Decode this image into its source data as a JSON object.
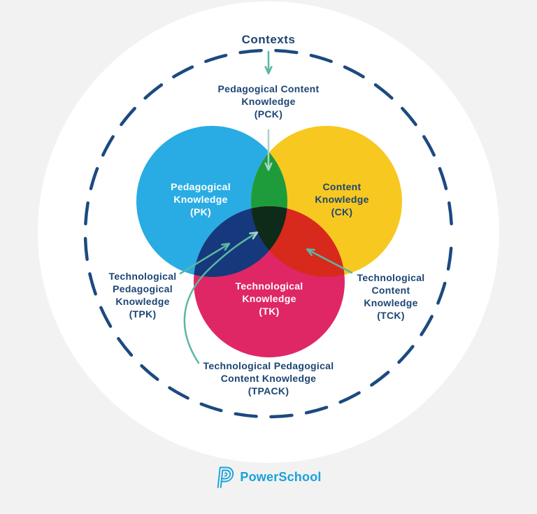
{
  "page": {
    "background": "#F1F2F1"
  },
  "diagram": {
    "title": "Contexts",
    "colors": {
      "pk": "#29ACE3",
      "ck": "#F7C81F",
      "tk": "#DF2766",
      "pck": "#1E9C3B",
      "tpk": "#15397C",
      "tck": "#D8291D",
      "tpack": "#0E2A19",
      "boundary": "#1C4A80",
      "arrow": "#5BB7A2",
      "arrow_light": "#A5D5C5",
      "text_navy": "#1C4573",
      "text_white": "#FFFFFF"
    },
    "labels": {
      "contexts": "Contexts",
      "pck": "Pedagogical Content\nKnowledge\n(PCK)",
      "pk": "Pedagogical\nKnowledge\n(PK)",
      "ck": "Content\nKnowledge\n(CK)",
      "tk": "Technological\nKnowledge\n(TK)",
      "tpk": "Technological\nPedagogical\nKnowledge\n(TPK)",
      "tck": "Technological\nContent\nKnowledge\n(TCK)",
      "tpack": "Technological Pedagogical\nContent Knowledge\n(TPACK)"
    }
  },
  "footer": {
    "brand": "PowerSchool",
    "brand_color": "#1BA0DC"
  }
}
